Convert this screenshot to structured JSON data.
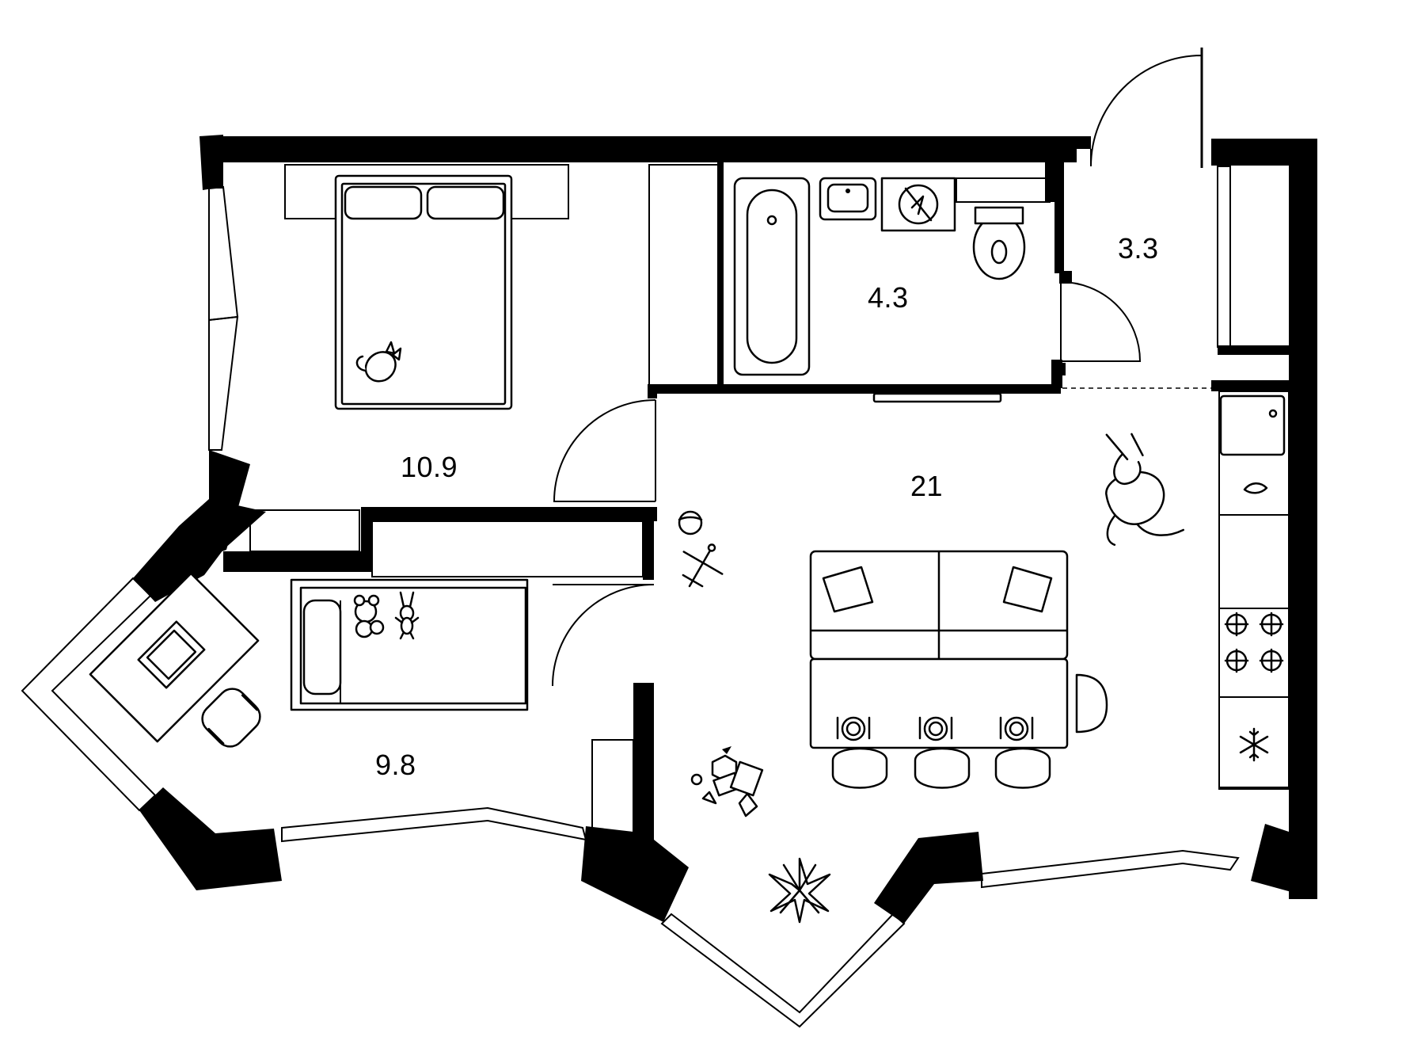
{
  "rooms": [
    {
      "id": "bedroom",
      "area": "10.9"
    },
    {
      "id": "kids-room",
      "area": "9.8"
    },
    {
      "id": "living-kitchen",
      "area": "21"
    },
    {
      "id": "bathroom",
      "area": "4.3"
    },
    {
      "id": "hallway",
      "area": "3.3"
    }
  ],
  "icons": {
    "cat": "cat-icon",
    "fridge": "snowflake-icon",
    "hob": "hob-burner-icon",
    "washer": "washing-machine-icon"
  },
  "colors": {
    "wall": "#000000",
    "background": "#ffffff"
  }
}
